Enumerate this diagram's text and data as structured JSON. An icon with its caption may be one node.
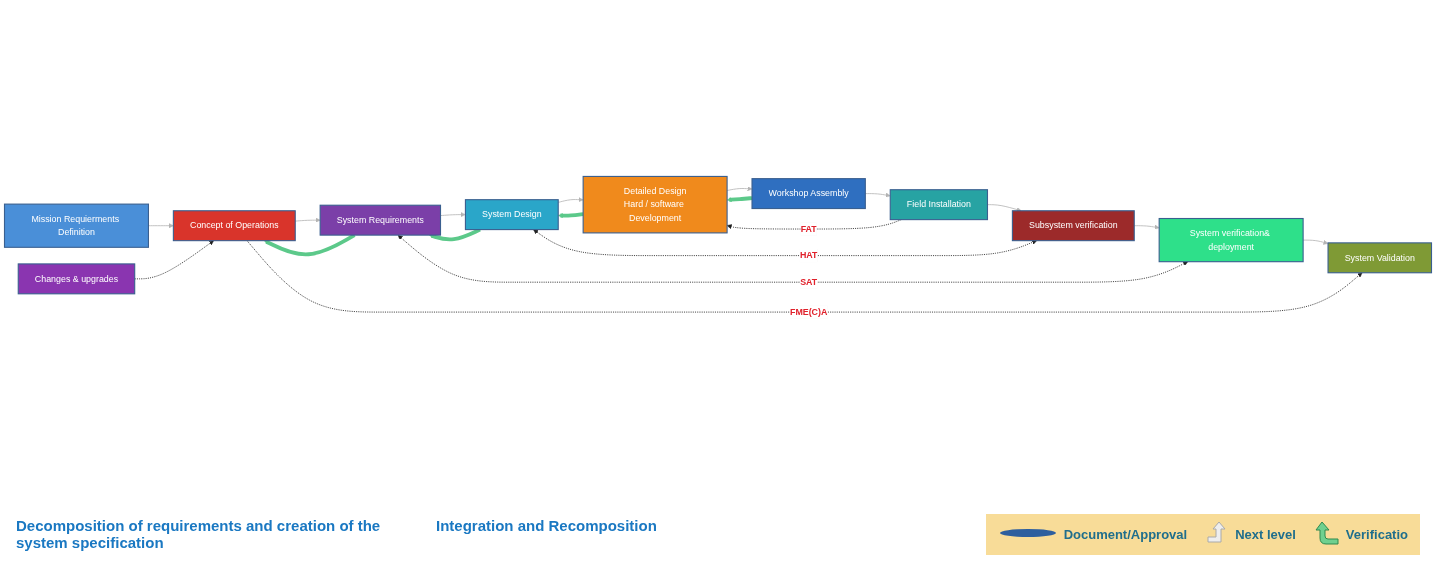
{
  "diagram": {
    "nodes": [
      {
        "text": [
          "Mission Requierments Definition"
        ]
      },
      {
        "text": [
          "Concept of Operations"
        ]
      },
      {
        "text": [
          "System Requirements"
        ]
      },
      {
        "text": [
          "System Design"
        ]
      },
      {
        "text": [
          "Detailed Design",
          "Hard / software Development"
        ]
      },
      {
        "text": [
          "Workshop Assembly"
        ]
      },
      {
        "text": [
          "Field Installation"
        ]
      },
      {
        "text": [
          "Subsystem verification"
        ]
      },
      {
        "text": [
          "System verification& deployment"
        ]
      },
      {
        "text": [
          "System Validation"
        ]
      },
      {
        "text": [
          "Changes & upgrades"
        ]
      }
    ],
    "edges": [
      {
        "from": 0,
        "to": 1,
        "arrow": "to"
      },
      {
        "from": 1,
        "to": 2,
        "arrow": "to"
      },
      {
        "from": 2,
        "to": 3,
        "arrow": "to"
      },
      {
        "from": 3,
        "to": 4,
        "arrow": "to"
      },
      {
        "from": 4,
        "to": 5,
        "arrow": "to"
      },
      {
        "from": 5,
        "to": 6,
        "arrow": "to"
      },
      {
        "from": 6,
        "to": 7,
        "arrow": "to"
      },
      {
        "from": 7,
        "to": 8,
        "arrow": "to"
      },
      {
        "from": 8,
        "to": 9,
        "arrow": "to"
      },
      {
        "from": 2,
        "to": 1,
        "arrow": "to",
        "style": "thick",
        "color": "#5cc98a"
      },
      {
        "from": 3,
        "to": 2,
        "arrow": "to",
        "style": "thick",
        "color": "#5cc98a"
      },
      {
        "from": 4,
        "to": 3,
        "arrow": "to",
        "style": "thick",
        "color": "#5cc98a"
      },
      {
        "from": 5,
        "to": 4,
        "arrow": "to",
        "style": "thick",
        "color": "#5cc98a"
      },
      {
        "from": 10,
        "to": 1,
        "arrow": "to",
        "style": "dashed",
        "color": "#222222"
      },
      {
        "from": 1,
        "to": 9,
        "arrow": "to",
        "label": "FME(C)A",
        "style": "dashed",
        "color": "#222222"
      },
      {
        "from": 2,
        "to": 8,
        "arrow": "both",
        "label": "SAT",
        "style": "dashed",
        "color": "#222222"
      },
      {
        "from": 3,
        "to": 7,
        "arrow": "both",
        "label": "HAT",
        "style": "dashed",
        "color": "#222222"
      },
      {
        "from": 6,
        "to": 4,
        "arrow": "to",
        "label": "FAT",
        "style": "dashed",
        "color": "#222222"
      }
    ],
    "labels": [
      "Decomposition of requirements and creation of the system specification",
      "Integration and Recomposition"
    ],
    "legend": [
      {
        "text": "Document/Approval"
      },
      {
        "text": "Next level"
      },
      {
        "text": "Verificatio"
      }
    ]
  }
}
